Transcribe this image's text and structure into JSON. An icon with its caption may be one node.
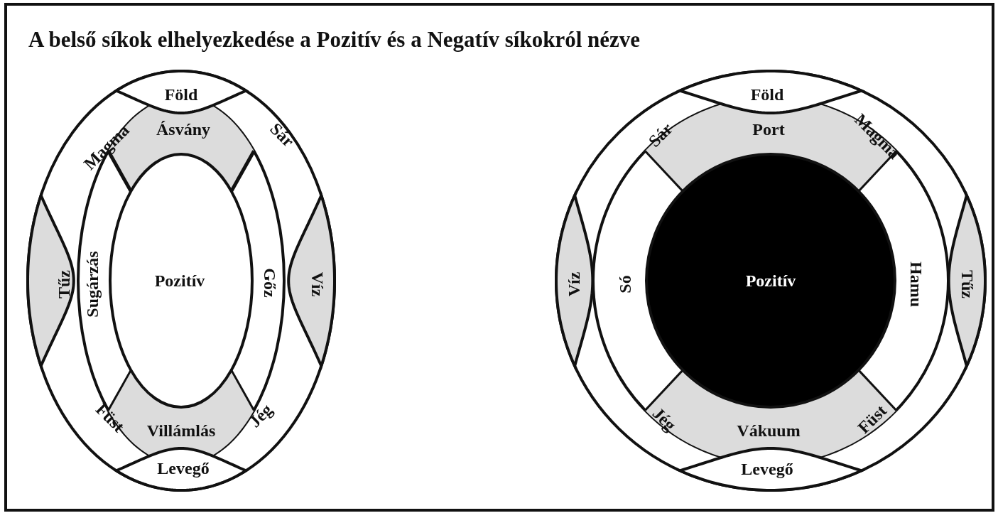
{
  "diagram": {
    "title": "A belső síkok elhelyezkedése a Pozitív és a Negatív síkokról nézve",
    "nodes": [
      {
        "text": [
          "Föld"
        ]
      },
      {
        "text": [
          "Ásvány"
        ]
      },
      {
        "text": [
          "Pozitív"
        ]
      },
      {
        "text": [
          "Tűz"
        ]
      },
      {
        "text": [
          "Víz"
        ]
      },
      {
        "text": [
          "Villámlás"
        ]
      },
      {
        "text": [
          "Levegő"
        ]
      },
      {
        "text": [
          "Föld"
        ]
      },
      {
        "text": [
          "Port"
        ]
      },
      {
        "text": [
          "Pozitív"
        ]
      },
      {
        "text": [
          "Víz"
        ]
      },
      {
        "text": [
          "Tűz"
        ]
      },
      {
        "text": [
          "Vákuum"
        ]
      },
      {
        "text": [
          "Levegő"
        ]
      }
    ],
    "labels": [
      "Magma",
      "Sár",
      "Sugárzás",
      "Gőz",
      "Füst",
      "Jég",
      "Sár",
      "Magma",
      "Só",
      "Hamu",
      "Jég",
      "Füst"
    ]
  }
}
